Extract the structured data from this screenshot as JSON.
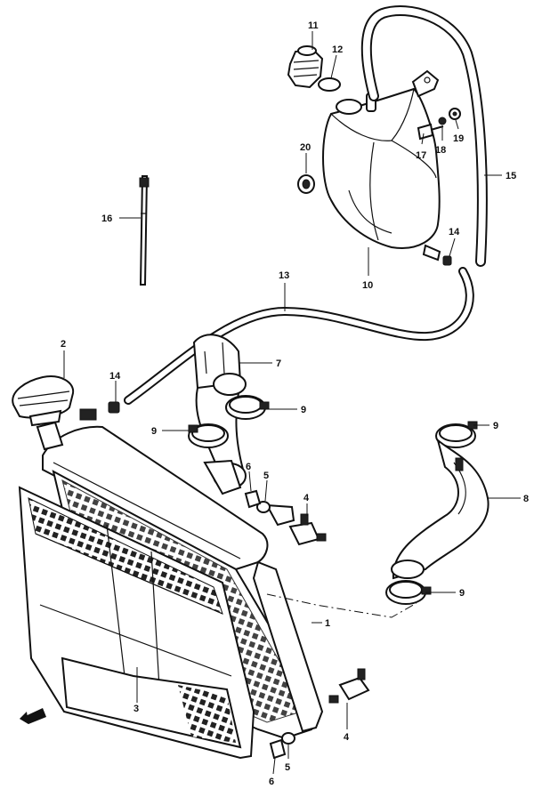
{
  "labels": {
    "l1": "1",
    "l2": "2",
    "l3": "3",
    "l4a": "4",
    "l4b": "4",
    "l5a": "5",
    "l5b": "5",
    "l6a": "6",
    "l6b": "6",
    "l7": "7",
    "l8": "8",
    "l9a": "9",
    "l9b": "9",
    "l9c": "9",
    "l9d": "9",
    "l10": "10",
    "l11": "11",
    "l12": "12",
    "l13": "13",
    "l14a": "14",
    "l14b": "14",
    "l15": "15",
    "l16": "16",
    "l17": "17",
    "l18": "18",
    "l19": "19",
    "l20": "20"
  },
  "icons": {
    "front_arrow": "arrow-icon"
  }
}
